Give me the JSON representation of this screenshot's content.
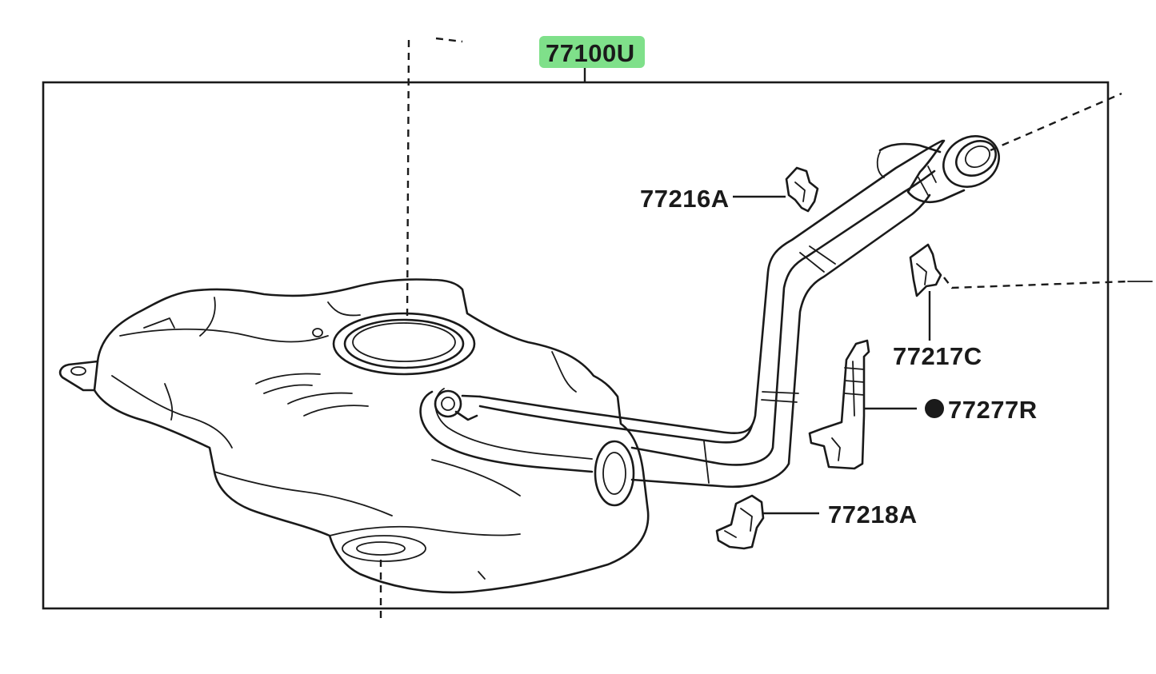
{
  "main_part": {
    "number": "77100U",
    "highlight_color": "#7fe08a"
  },
  "callouts": {
    "part_77216A": "77216A",
    "part_77217C": "77217C",
    "part_77277R": "77277R",
    "part_77218A": "77218A"
  },
  "colors": {
    "line": "#1a1a1a",
    "background": "#ffffff"
  },
  "icons": {
    "bullet": "filled-circle-icon"
  }
}
